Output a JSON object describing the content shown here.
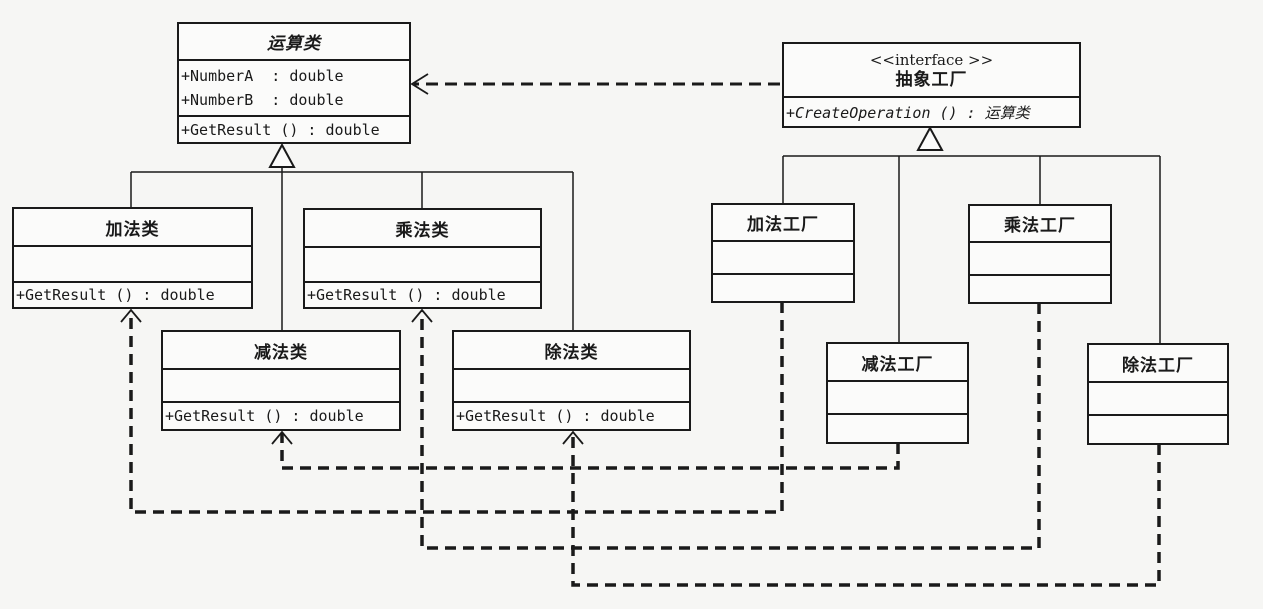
{
  "diagram": {
    "colors": {
      "line": "#1a1a1a",
      "background": "#f6f6f4",
      "box_fill": "#fbfbfa"
    },
    "operation_base": {
      "name": "运算类",
      "abstract": true,
      "attributes": [
        "+NumberA  : double",
        "+NumberB  : double"
      ],
      "operations": [
        "+GetResult () : double"
      ]
    },
    "factory_interface": {
      "stereotype": "<<interface >>",
      "name": "抽象工厂",
      "operations": [
        "+CreateOperation () : 运算类"
      ]
    },
    "operation_classes": [
      {
        "name": "加法类",
        "operations": [
          "+GetResult () : double"
        ]
      },
      {
        "name": "乘法类",
        "operations": [
          "+GetResult () : double"
        ]
      },
      {
        "name": "减法类",
        "operations": [
          "+GetResult () : double"
        ]
      },
      {
        "name": "除法类",
        "operations": [
          "+GetResult () : double"
        ]
      }
    ],
    "factory_classes": [
      {
        "name": "加法工厂"
      },
      {
        "name": "乘法工厂"
      },
      {
        "name": "减法工厂"
      },
      {
        "name": "除法工厂"
      }
    ],
    "relationships": [
      {
        "type": "dependency",
        "from": "抽象工厂",
        "to": "运算类"
      },
      {
        "type": "generalization",
        "from": "加法类",
        "to": "运算类"
      },
      {
        "type": "generalization",
        "from": "乘法类",
        "to": "运算类"
      },
      {
        "type": "generalization",
        "from": "减法类",
        "to": "运算类"
      },
      {
        "type": "generalization",
        "from": "除法类",
        "to": "运算类"
      },
      {
        "type": "realization",
        "from": "加法工厂",
        "to": "抽象工厂"
      },
      {
        "type": "realization",
        "from": "乘法工厂",
        "to": "抽象工厂"
      },
      {
        "type": "realization",
        "from": "减法工厂",
        "to": "抽象工厂"
      },
      {
        "type": "realization",
        "from": "除法工厂",
        "to": "抽象工厂"
      },
      {
        "type": "dependency",
        "from": "加法工厂",
        "to": "加法类"
      },
      {
        "type": "dependency",
        "from": "乘法工厂",
        "to": "乘法类"
      },
      {
        "type": "dependency",
        "from": "减法工厂",
        "to": "减法类"
      },
      {
        "type": "dependency",
        "from": "除法工厂",
        "to": "除法类"
      }
    ]
  }
}
